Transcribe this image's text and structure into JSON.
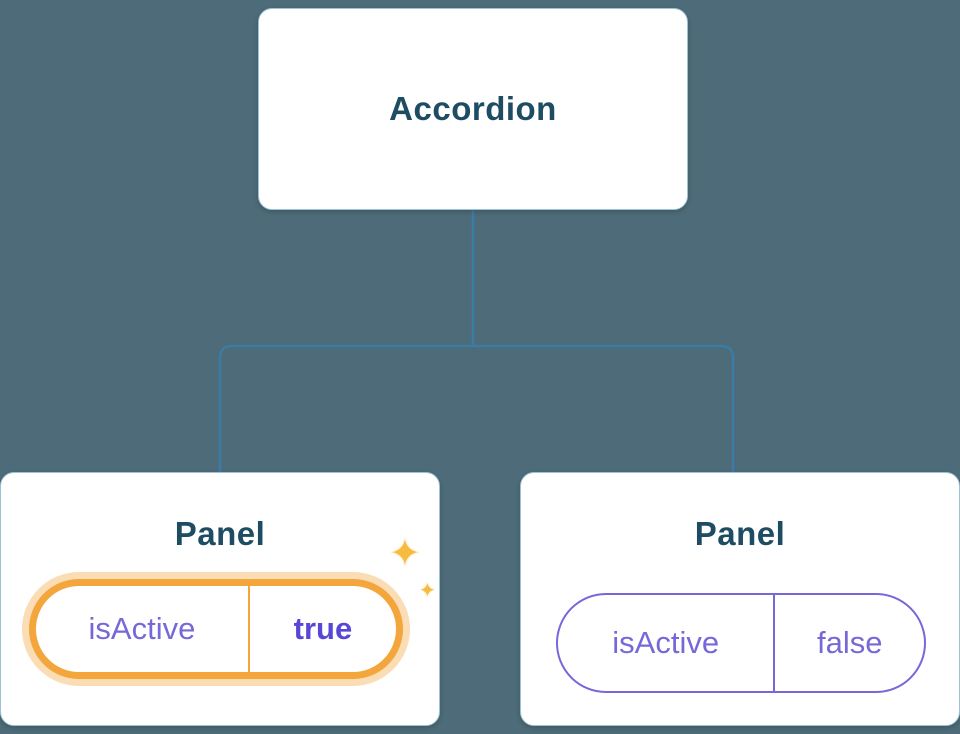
{
  "diagram": {
    "root": {
      "label": "Accordion"
    },
    "children": [
      {
        "label": "Panel",
        "state": {
          "key": "isActive",
          "value": "true"
        },
        "highlighted": true
      },
      {
        "label": "Panel",
        "state": {
          "key": "isActive",
          "value": "false"
        },
        "highlighted": false
      }
    ]
  },
  "icons": {
    "sparkle": "✦"
  },
  "colors": {
    "background": "#4d6b78",
    "box_text": "#1d4c63",
    "connector": "#3a7ca5",
    "purple": "#7668d8",
    "purple_bold": "#5847d6",
    "orange": "#f2a63c",
    "orange_glow": "rgba(242,166,60,0.38)",
    "sparkle": "#f6bb3f"
  }
}
